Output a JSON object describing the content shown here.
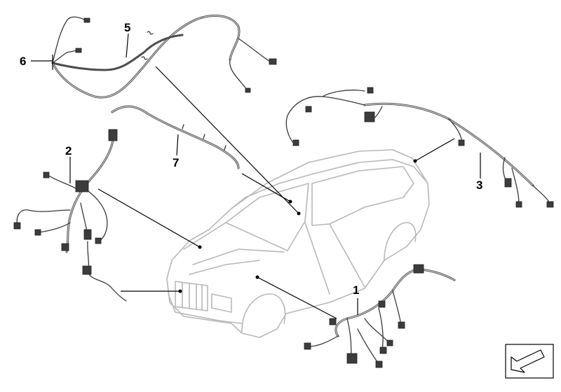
{
  "callouts": [
    {
      "id": "1",
      "label": "1"
    },
    {
      "id": "2",
      "label": "2"
    },
    {
      "id": "3",
      "label": "3"
    },
    {
      "id": "5",
      "label": "5"
    },
    {
      "id": "6",
      "label": "6"
    },
    {
      "id": "7",
      "label": "7"
    }
  ],
  "navigation": {
    "icon": "arrow-icon"
  },
  "colors": {
    "car_outline": "#b8b8b8",
    "harness": "#4d4d4d",
    "leader": "#000000"
  }
}
